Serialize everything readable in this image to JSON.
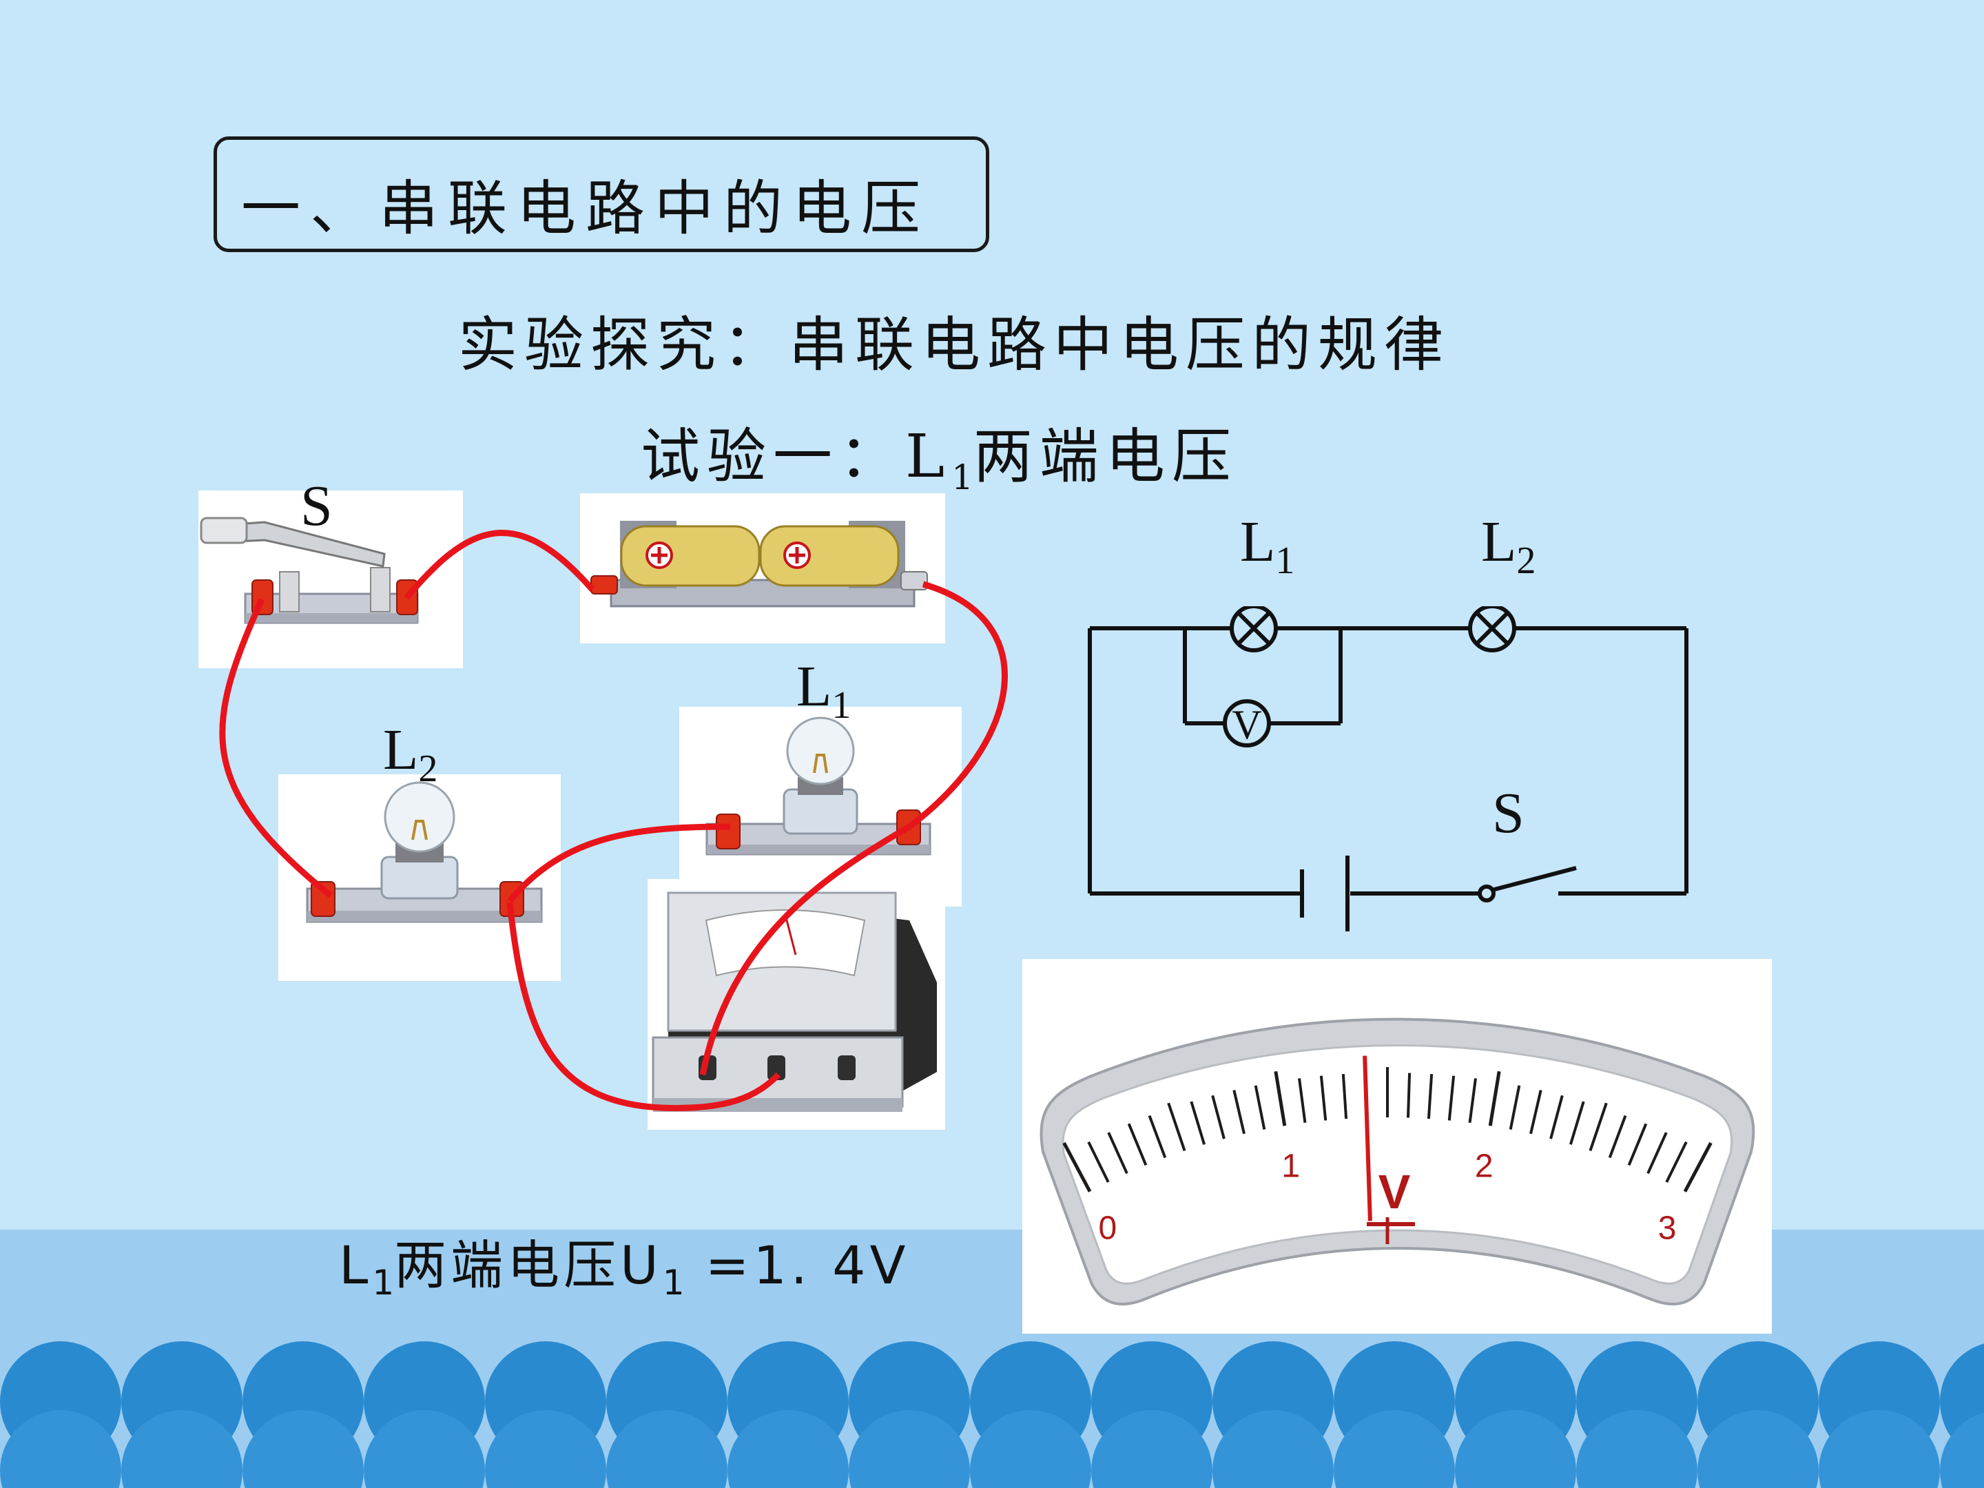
{
  "section_title": "一、串联电路中的电压",
  "subtitle": "实验探究：串联电路中电压的规律",
  "trial": {
    "prefix": "试验一：L",
    "sub": "1",
    "suffix": "两端电压"
  },
  "photo_labels": {
    "switch": "S",
    "lamp2": {
      "main": "L",
      "sub": "2"
    },
    "lamp1": {
      "main": "L",
      "sub": "1"
    }
  },
  "schematic_labels": {
    "lamp1": {
      "main": "L",
      "sub": "1"
    },
    "lamp2": {
      "main": "L",
      "sub": "2"
    },
    "voltmeter": "V",
    "switch": "S"
  },
  "meter": {
    "ticks": [
      "0",
      "1",
      "2",
      "3"
    ],
    "unit": "V",
    "reading_value": 1.4
  },
  "result": {
    "prefix": "L",
    "sub1": "1",
    "middle": "两端电压U",
    "sub2": "1",
    "suffix": " =1. 4V"
  },
  "colors": {
    "background": "#c6e6f9",
    "wire": "#e8141c",
    "sea": "#9ccdf0",
    "wave": "#2a8ad0",
    "meter_text": "#b01818"
  }
}
